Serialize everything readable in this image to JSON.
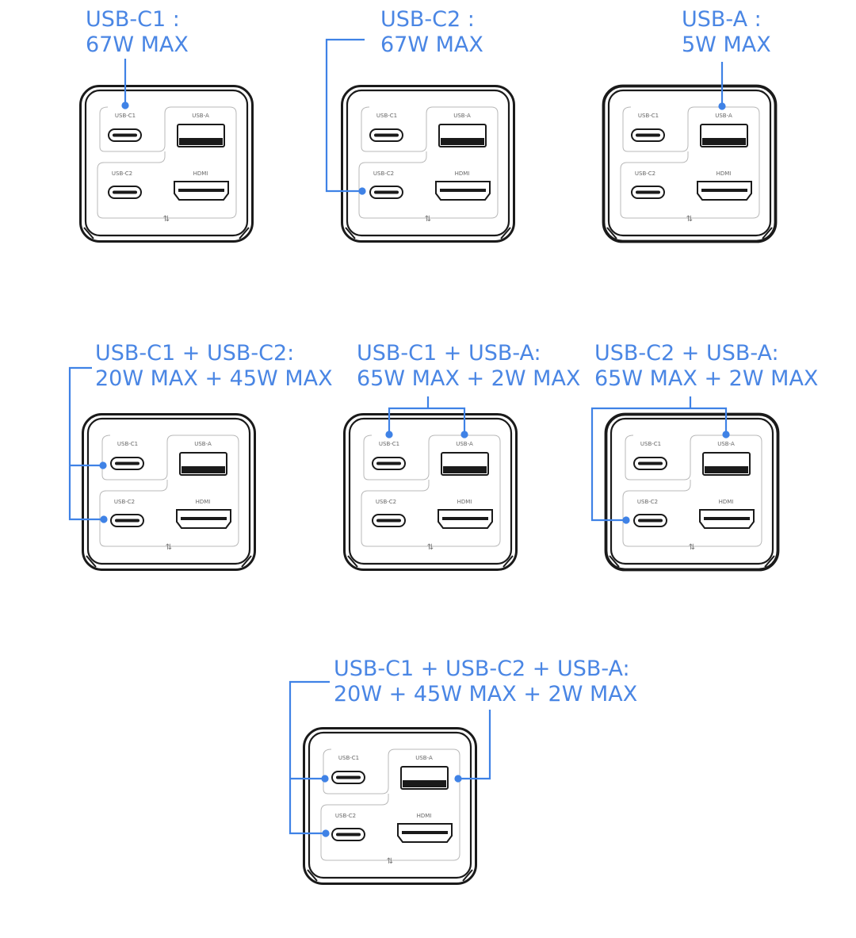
{
  "labels": {
    "usb_c1": "USB-C1",
    "usb_c2": "USB-C2",
    "usb_a": "USB-A",
    "hdmi": "HDMI",
    "swap_symbol": "⇅"
  },
  "colors": {
    "accent": "#4a86e4",
    "outline": "#1a1a1a",
    "panel_line": "#b8b8b8"
  },
  "configs": [
    {
      "id": "c1-only",
      "title": [
        "USB-C1 :",
        "67W MAX"
      ],
      "active_ports": [
        "usb_c1"
      ]
    },
    {
      "id": "c2-only",
      "title": [
        "USB-C2 :",
        "67W MAX"
      ],
      "active_ports": [
        "usb_c2"
      ]
    },
    {
      "id": "a-only",
      "title": [
        "USB-A :",
        "5W MAX"
      ],
      "active_ports": [
        "usb_a"
      ]
    },
    {
      "id": "c1-c2",
      "title": [
        "USB-C1 + USB-C2:",
        "20W MAX + 45W MAX"
      ],
      "active_ports": [
        "usb_c1",
        "usb_c2"
      ]
    },
    {
      "id": "c1-a",
      "title": [
        "USB-C1 + USB-A:",
        "65W MAX + 2W MAX"
      ],
      "active_ports": [
        "usb_c1",
        "usb_a"
      ]
    },
    {
      "id": "c2-a",
      "title": [
        "USB-C2 + USB-A:",
        "65W MAX + 2W MAX"
      ],
      "active_ports": [
        "usb_c2",
        "usb_a"
      ]
    },
    {
      "id": "c1-c2-a",
      "title": [
        "USB-C1 + USB-C2 + USB-A:",
        "20W + 45W MAX + 2W  MAX"
      ],
      "active_ports": [
        "usb_c1",
        "usb_c2",
        "usb_a"
      ]
    }
  ]
}
